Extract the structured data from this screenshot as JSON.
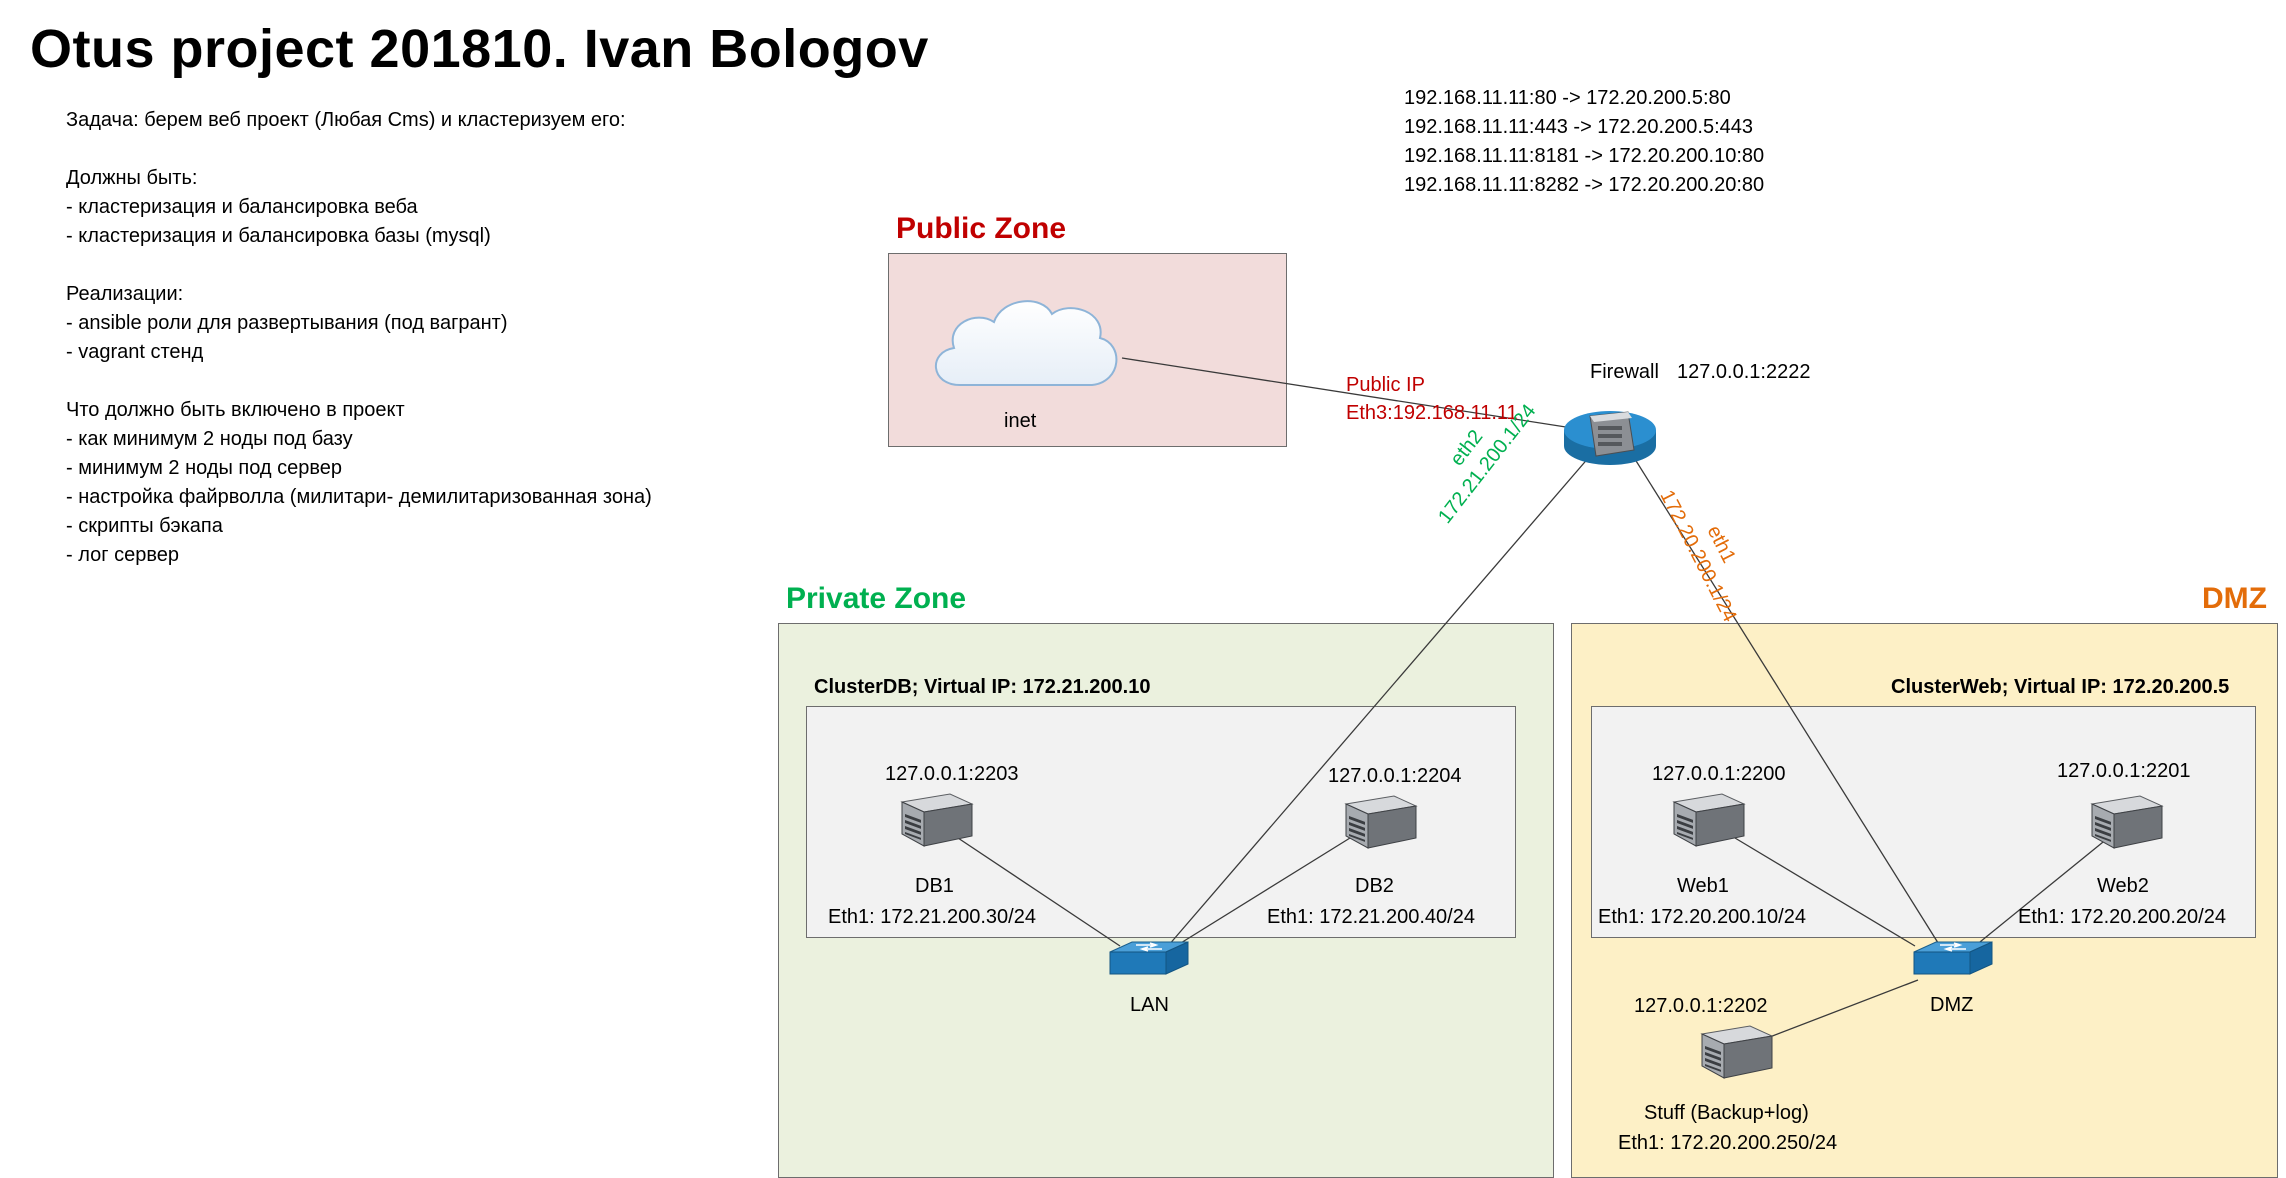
{
  "title": "Otus project 201810. Ivan Bologov",
  "task_lines": [
    "Задача: берем веб проект (Любая Cms) и кластеризуем его:",
    "",
    "Должны быть:",
    "- кластеризация и балансировка веба",
    "- кластеризация и балансировка базы (mysql)",
    "",
    "Реализации:",
    "- ansible роли для развертывания (под вагрант)",
    "- vagrant стенд",
    "",
    "Что должно быть включено в проект",
    "- как минимум 2 ноды под базу",
    "- минимум 2 ноды под сервер",
    "- настройка файрволла (милитари- демилитаризованная зона)",
    "- скрипты бэкапа",
    "- лог сервер"
  ],
  "nat_rules": [
    "192.168.11.11:80 -> 172.20.200.5:80",
    "192.168.11.11:443 -> 172.20.200.5:443",
    "192.168.11.11:8181 -> 172.20.200.10:80",
    "192.168.11.11:8282 -> 172.20.200.20:80"
  ],
  "colors": {
    "public": "#c00000",
    "private": "#00b050",
    "dmz": "#e36c09",
    "public_bg": "#f2dcdb",
    "private_bg": "#ebf1de",
    "dmz_bg": "#fdf0c6"
  },
  "zones": {
    "public": {
      "title": "Public Zone",
      "cloud_label": "inet"
    },
    "private": {
      "title": "Private Zone",
      "cluster_title": "ClusterDB; Virtual IP: 172.21.200.10"
    },
    "dmz": {
      "title": "DMZ",
      "cluster_title": "ClusterWeb; Virtual IP: 172.20.200.5"
    }
  },
  "firewall": {
    "name": "Firewall",
    "address": "127.0.0.1:2222",
    "public_ip_label": "Public IP",
    "public_ip": "Eth3:192.168.11.11",
    "eth2_name": "eth2",
    "eth2_net": "172.21.200.1/24",
    "eth1_name": "eth1",
    "eth1_net": "172.20.200.1/24"
  },
  "nodes": {
    "db1": {
      "address": "127.0.0.1:2203",
      "name": "DB1",
      "ip": "Eth1: 172.21.200.30/24"
    },
    "db2": {
      "address": "127.0.0.1:2204",
      "name": "DB2",
      "ip": "Eth1: 172.21.200.40/24"
    },
    "web1": {
      "address": "127.0.0.1:2200",
      "name": "Web1",
      "ip": "Eth1: 172.20.200.10/24"
    },
    "web2": {
      "address": "127.0.0.1:2201",
      "name": "Web2",
      "ip": "Eth1: 172.20.200.20/24"
    },
    "stuff": {
      "address": "127.0.0.1:2202",
      "name": "Stuff (Backup+log)",
      "ip": "Eth1: 172.20.200.250/24"
    }
  },
  "switches": {
    "lan": "LAN",
    "dmz": "DMZ"
  },
  "icons": {
    "server": "server-icon",
    "switch": "switch-icon",
    "firewall": "firewall-router-icon",
    "cloud": "cloud-icon"
  }
}
